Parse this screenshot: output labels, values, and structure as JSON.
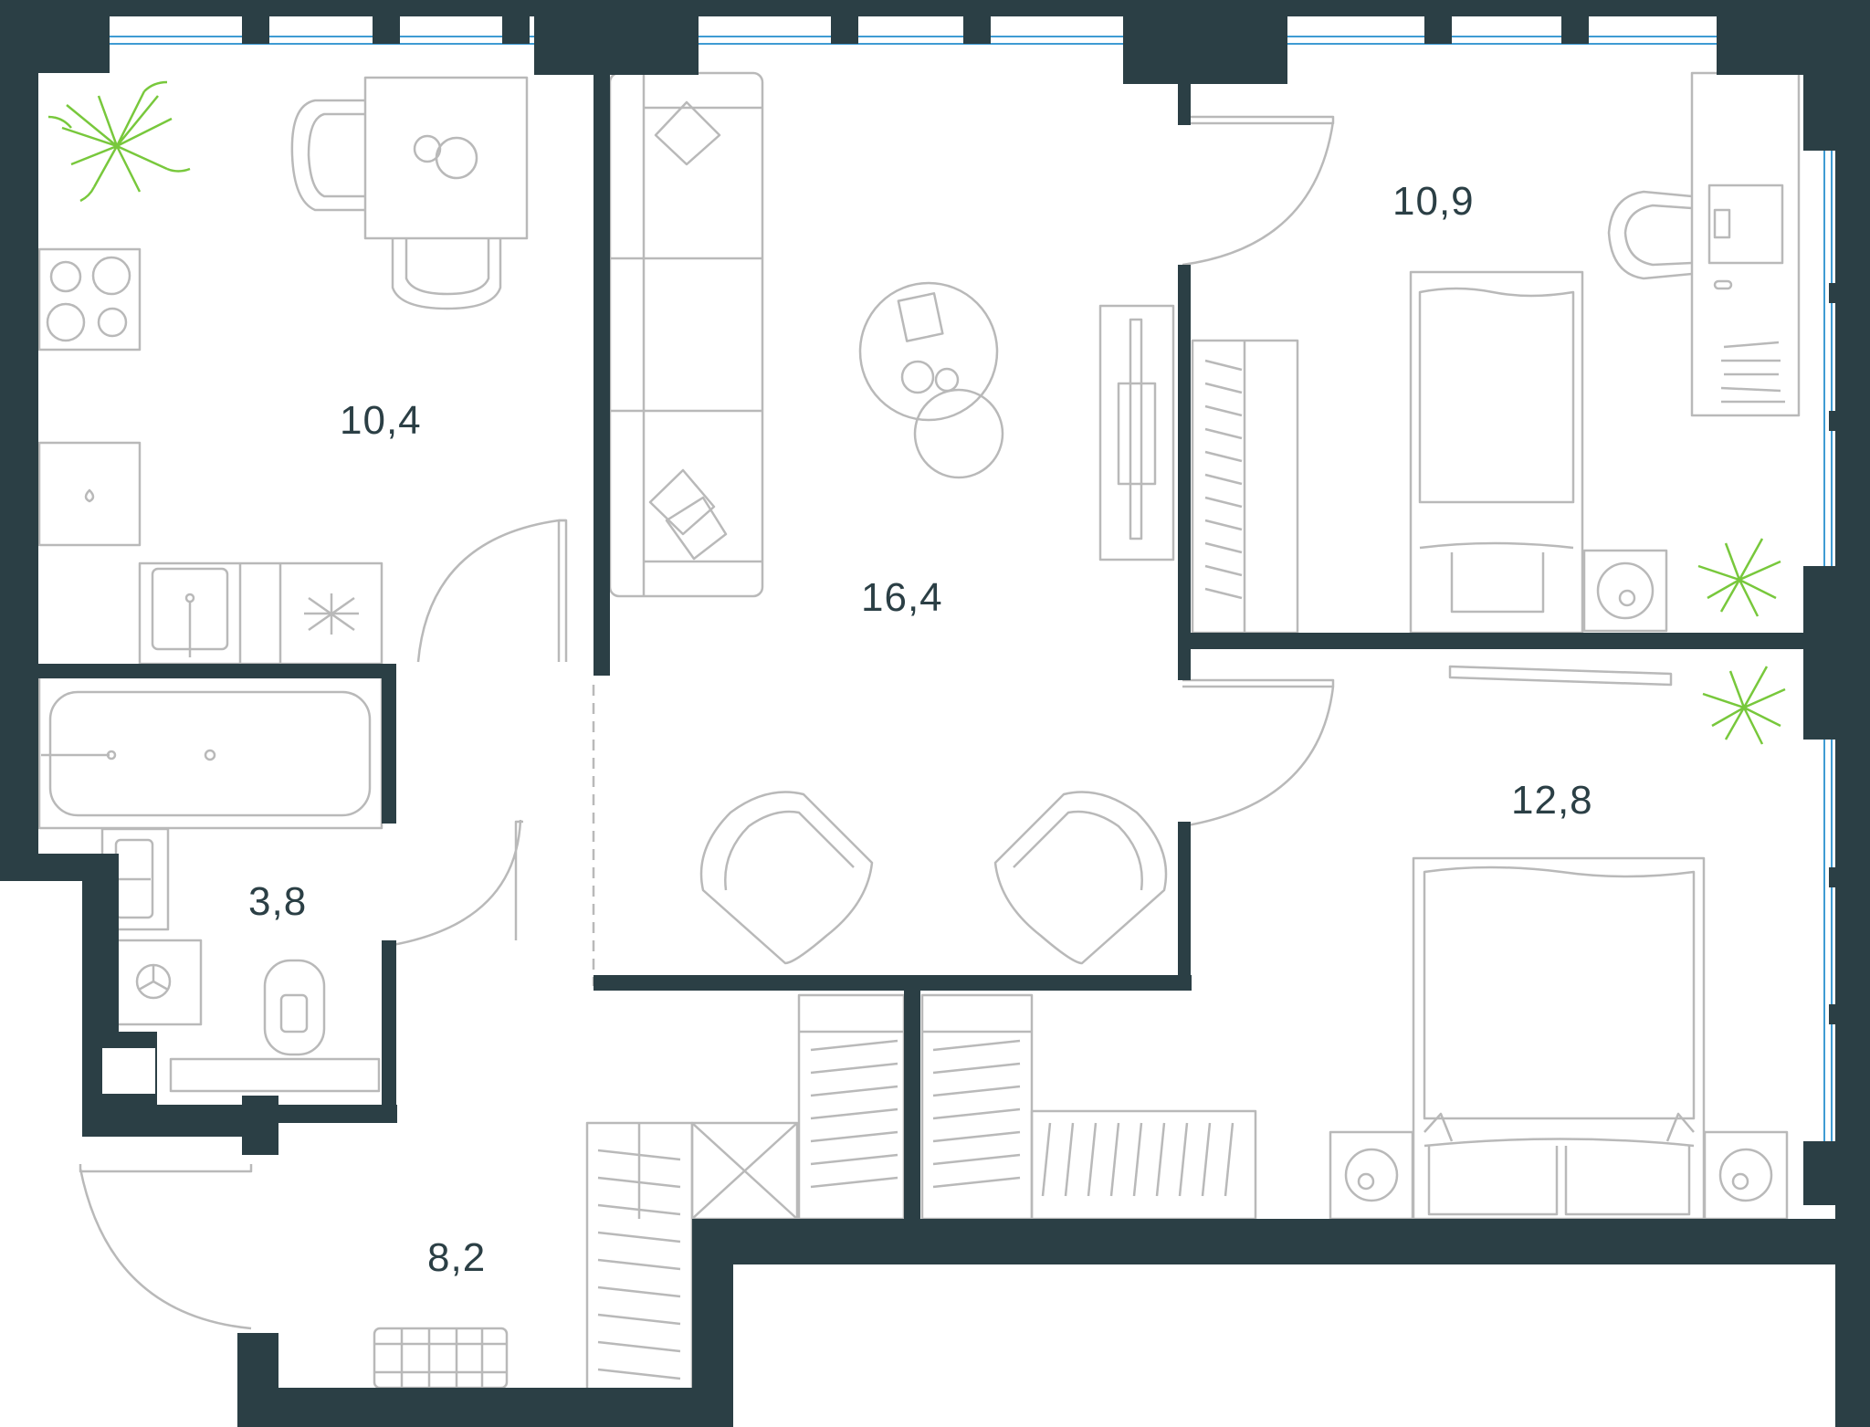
{
  "colors": {
    "wall": "#2b3f45",
    "furniture": "#b9b9b9",
    "window": "#3f9bd3",
    "plant": "#78c83c",
    "label": "#2b3f45"
  },
  "rooms": {
    "kitchen": {
      "area": "10,4"
    },
    "living": {
      "area": "16,4"
    },
    "bedroom_small": {
      "area": "10,9"
    },
    "bedroom_large": {
      "area": "12,8"
    },
    "bathroom": {
      "area": "3,8"
    },
    "hallway": {
      "area": "8,2"
    }
  },
  "icons": [
    "plant-icon",
    "sofa-icon",
    "bed-icon",
    "bathtub-icon",
    "toilet-icon",
    "washing-machine-icon",
    "stove-icon",
    "sink-icon",
    "armchair-icon",
    "wardrobe-icon",
    "desk-icon",
    "nightstand-icon",
    "door-icon",
    "window-icon"
  ]
}
